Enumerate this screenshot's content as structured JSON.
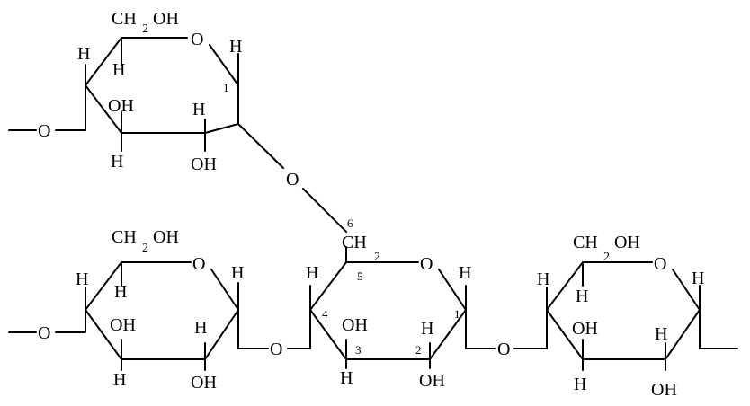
{
  "diagram": {
    "atoms": {
      "O": "O",
      "H": "H",
      "OH": "OH",
      "CH": "CH",
      "sub2": "2"
    },
    "carbon_numbers": {
      "c1": "1",
      "c2": "2",
      "c3": "3",
      "c4": "4",
      "c5": "5",
      "c6": "6"
    }
  }
}
